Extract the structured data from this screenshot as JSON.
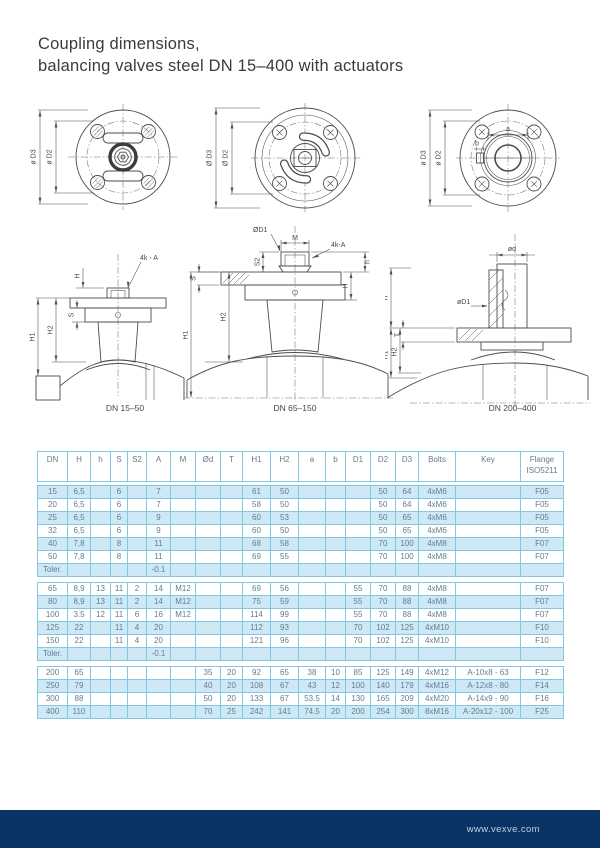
{
  "page": {
    "title_line1": "Coupling dimensions,",
    "title_line2": "balancing valves steel DN 15–400 with actuators"
  },
  "drawings": {
    "top1": {
      "d3": "ø D3",
      "d2": "ø D2"
    },
    "top2": {
      "d3": "Ø D3",
      "d2": "Ø D2"
    },
    "top3": {
      "d3": "ø D3",
      "d2": "ø D2",
      "a": "a",
      "b": "b"
    },
    "side1": {
      "caption": "DN 15–50",
      "h": "H",
      "s": "S",
      "h1": "H1",
      "h2": "H2",
      "bolt": "4k - A"
    },
    "side2": {
      "caption": "DN 65–150",
      "d1": "ØD1",
      "m": "M",
      "bolt": "4k-A",
      "s2": "S2",
      "s": "S",
      "h_small": "h",
      "h": "H",
      "h1": "H1",
      "h2": "H2"
    },
    "side3": {
      "caption": "DN 200–400",
      "od": "ød",
      "d1": "øD1",
      "h": "H",
      "t": "T",
      "h1": "H1",
      "h2": "H2"
    }
  },
  "table": {
    "headers": [
      "DN",
      "H",
      "h",
      "S",
      "S2",
      "A",
      "M",
      "Ød",
      "T",
      "H1",
      "H2",
      "a",
      "b",
      "D1",
      "D2",
      "D3",
      "Bolts",
      "Key",
      "Flange\nISO5211"
    ],
    "blocks": [
      {
        "rows": [
          [
            "15",
            "6,5",
            "",
            "6",
            "",
            "7",
            "",
            "",
            "",
            "61",
            "50",
            "",
            "",
            "",
            "50",
            "64",
            "4xM6",
            "",
            "F05"
          ],
          [
            "20",
            "6,5",
            "",
            "6",
            "",
            "7",
            "",
            "",
            "",
            "58",
            "50",
            "",
            "",
            "",
            "50",
            "64",
            "4xM6",
            "",
            "F05"
          ],
          [
            "25",
            "6,5",
            "",
            "6",
            "",
            "9",
            "",
            "",
            "",
            "60",
            "53",
            "",
            "",
            "",
            "50",
            "65",
            "4xM6",
            "",
            "F05"
          ],
          [
            "32",
            "6,5",
            "",
            "6",
            "",
            "9",
            "",
            "",
            "",
            "60",
            "50",
            "",
            "",
            "",
            "50",
            "65",
            "4xM6",
            "",
            "F05"
          ],
          [
            "40",
            "7,8",
            "",
            "8",
            "",
            "11",
            "",
            "",
            "",
            "68",
            "58",
            "",
            "",
            "",
            "70",
            "100",
            "4xM8",
            "",
            "F07"
          ],
          [
            "50",
            "7,8",
            "",
            "8",
            "",
            "11",
            "",
            "",
            "",
            "69",
            "55",
            "",
            "",
            "",
            "70",
            "100",
            "4xM8",
            "",
            "F07"
          ],
          [
            "Toler.",
            "",
            "",
            "",
            "",
            "-0.1",
            "",
            "",
            "",
            "",
            "",
            "",
            "",
            "",
            "",
            "",
            "",
            "",
            ""
          ]
        ]
      },
      {
        "rows": [
          [
            "65",
            "8,9",
            "13",
            "11",
            "2",
            "14",
            "M12",
            "",
            "",
            "69",
            "56",
            "",
            "",
            "55",
            "70",
            "88",
            "4xM8",
            "",
            "F07"
          ],
          [
            "80",
            "8,9",
            "13",
            "11",
            "2",
            "14",
            "M12",
            "",
            "",
            "75",
            "59",
            "",
            "",
            "55",
            "70",
            "88",
            "4xM8",
            "",
            "F07"
          ],
          [
            "100",
            "3.5",
            "12",
            "11",
            "6",
            "16",
            "M12",
            "",
            "",
            "114",
            "99",
            "",
            "",
            "55",
            "70",
            "88",
            "4xM8",
            "",
            "F07"
          ],
          [
            "125",
            "22",
            "",
            "11",
            "4",
            "20",
            "",
            "",
            "",
            "112",
            "93",
            "",
            "",
            "70",
            "102",
            "125",
            "4xM10",
            "",
            "F10"
          ],
          [
            "150",
            "22",
            "",
            "11",
            "4",
            "20",
            "",
            "",
            "",
            "121",
            "96",
            "",
            "",
            "70",
            "102",
            "125",
            "4xM10",
            "",
            "F10"
          ],
          [
            "Toler.",
            "",
            "",
            "",
            "",
            "-0.1",
            "",
            "",
            "",
            "",
            "",
            "",
            "",
            "",
            "",
            "",
            "",
            "",
            ""
          ]
        ]
      },
      {
        "rows": [
          [
            "200",
            "65",
            "",
            "",
            "",
            "",
            "",
            "35",
            "20",
            "92",
            "65",
            "38",
            "10",
            "85",
            "125",
            "149",
            "4xM12",
            "A-10x8 - 63",
            "F12"
          ],
          [
            "250",
            "79",
            "",
            "",
            "",
            "",
            "",
            "40",
            "20",
            "108",
            "67",
            "43",
            "12",
            "100",
            "140",
            "179",
            "4xM16",
            "A-12x8 - 80",
            "F14"
          ],
          [
            "300",
            "88",
            "",
            "",
            "",
            "",
            "",
            "50",
            "20",
            "133",
            "67",
            "53.5",
            "14",
            "130",
            "165",
            "209",
            "4xM20",
            "A-14x9 - 90",
            "F16"
          ],
          [
            "400",
            "110",
            "",
            "",
            "",
            "",
            "",
            "70",
            "25",
            "242",
            "141",
            "74.5",
            "20",
            "200",
            "254",
            "300",
            "8xM16",
            "A-20x12 - 100",
            "F25"
          ]
        ]
      }
    ]
  },
  "footer": {
    "url": "www.vexve.com"
  }
}
